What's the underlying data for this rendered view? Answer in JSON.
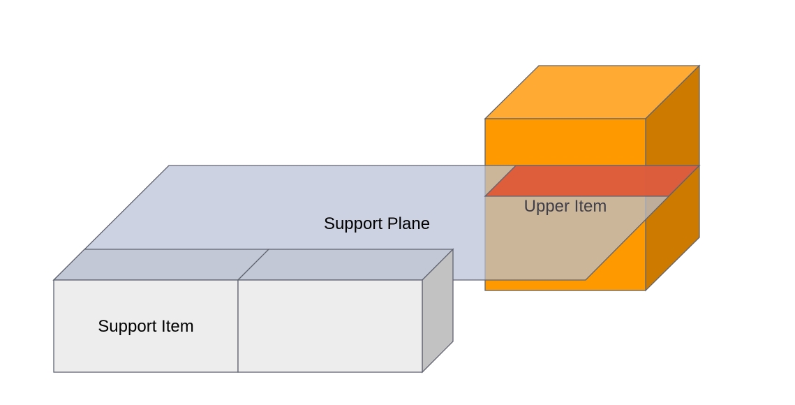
{
  "diagram": {
    "labels": {
      "support_plane": "Support Plane",
      "upper_item": "Upper Item",
      "support_item": "Support Item"
    },
    "colors": {
      "background": "#ffffff",
      "outline": "#5f6370",
      "upper_item_front": "#ff9900",
      "upper_item_top": "#ffab33",
      "upper_item_side": "#cc7a00",
      "support_plane": "#b8c1d6",
      "intersection_band": "#e0522e",
      "support_item_front": "#ededed",
      "support_item_top": "#c2c7d5",
      "support_item_side": "#c2c2c2"
    }
  }
}
